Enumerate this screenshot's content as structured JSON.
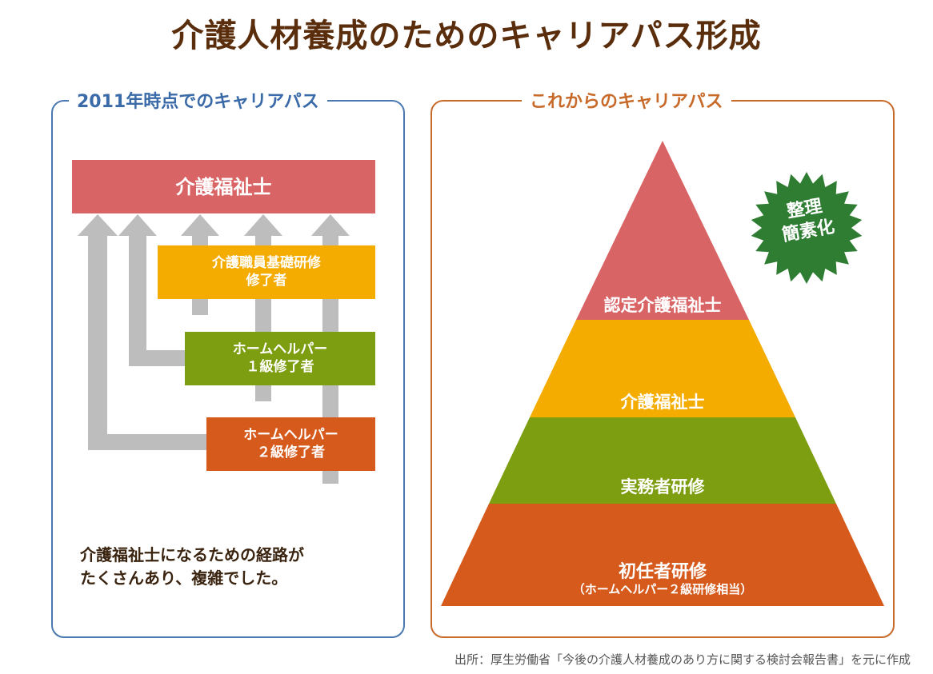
{
  "title": "介護人材養成のためのキャリアパス形成",
  "left_panel": {
    "label": "2011年時点でのキャリアパス",
    "boxes": {
      "kaigo_fukushishi": "介護福祉士",
      "shokuin_kiso": "介護職員基礎研修\n修了者",
      "helper_1": "ホームヘルパー\n１級修了者",
      "helper_2": "ホームヘルパー\n２級修了者"
    },
    "note": "介護福祉士になるための経路が\nたくさんあり、複雑でした。"
  },
  "right_panel": {
    "label": "これからのキャリアパス",
    "tiers": [
      {
        "label": "認定介護福祉士",
        "color": "#d96465"
      },
      {
        "label": "介護福祉士",
        "color": "#f4ac00"
      },
      {
        "label": "実務者研修",
        "color": "#7d9e10"
      },
      {
        "label": "初任者研修",
        "sublabel": "（ホームヘルパー２級研修相当）",
        "color": "#d55a1c"
      }
    ],
    "badge": {
      "text": "整理\n簡素化",
      "color": "#2e7d32"
    }
  },
  "source": "出所：厚生労働省「今後の介護人材養成のあり方に関する検討会報告書」を元に作成",
  "colors": {
    "title": "#5a2e0c",
    "left_border": "#4a78b0",
    "right_border": "#c86a2a",
    "arrow": "#bdbdbd"
  }
}
